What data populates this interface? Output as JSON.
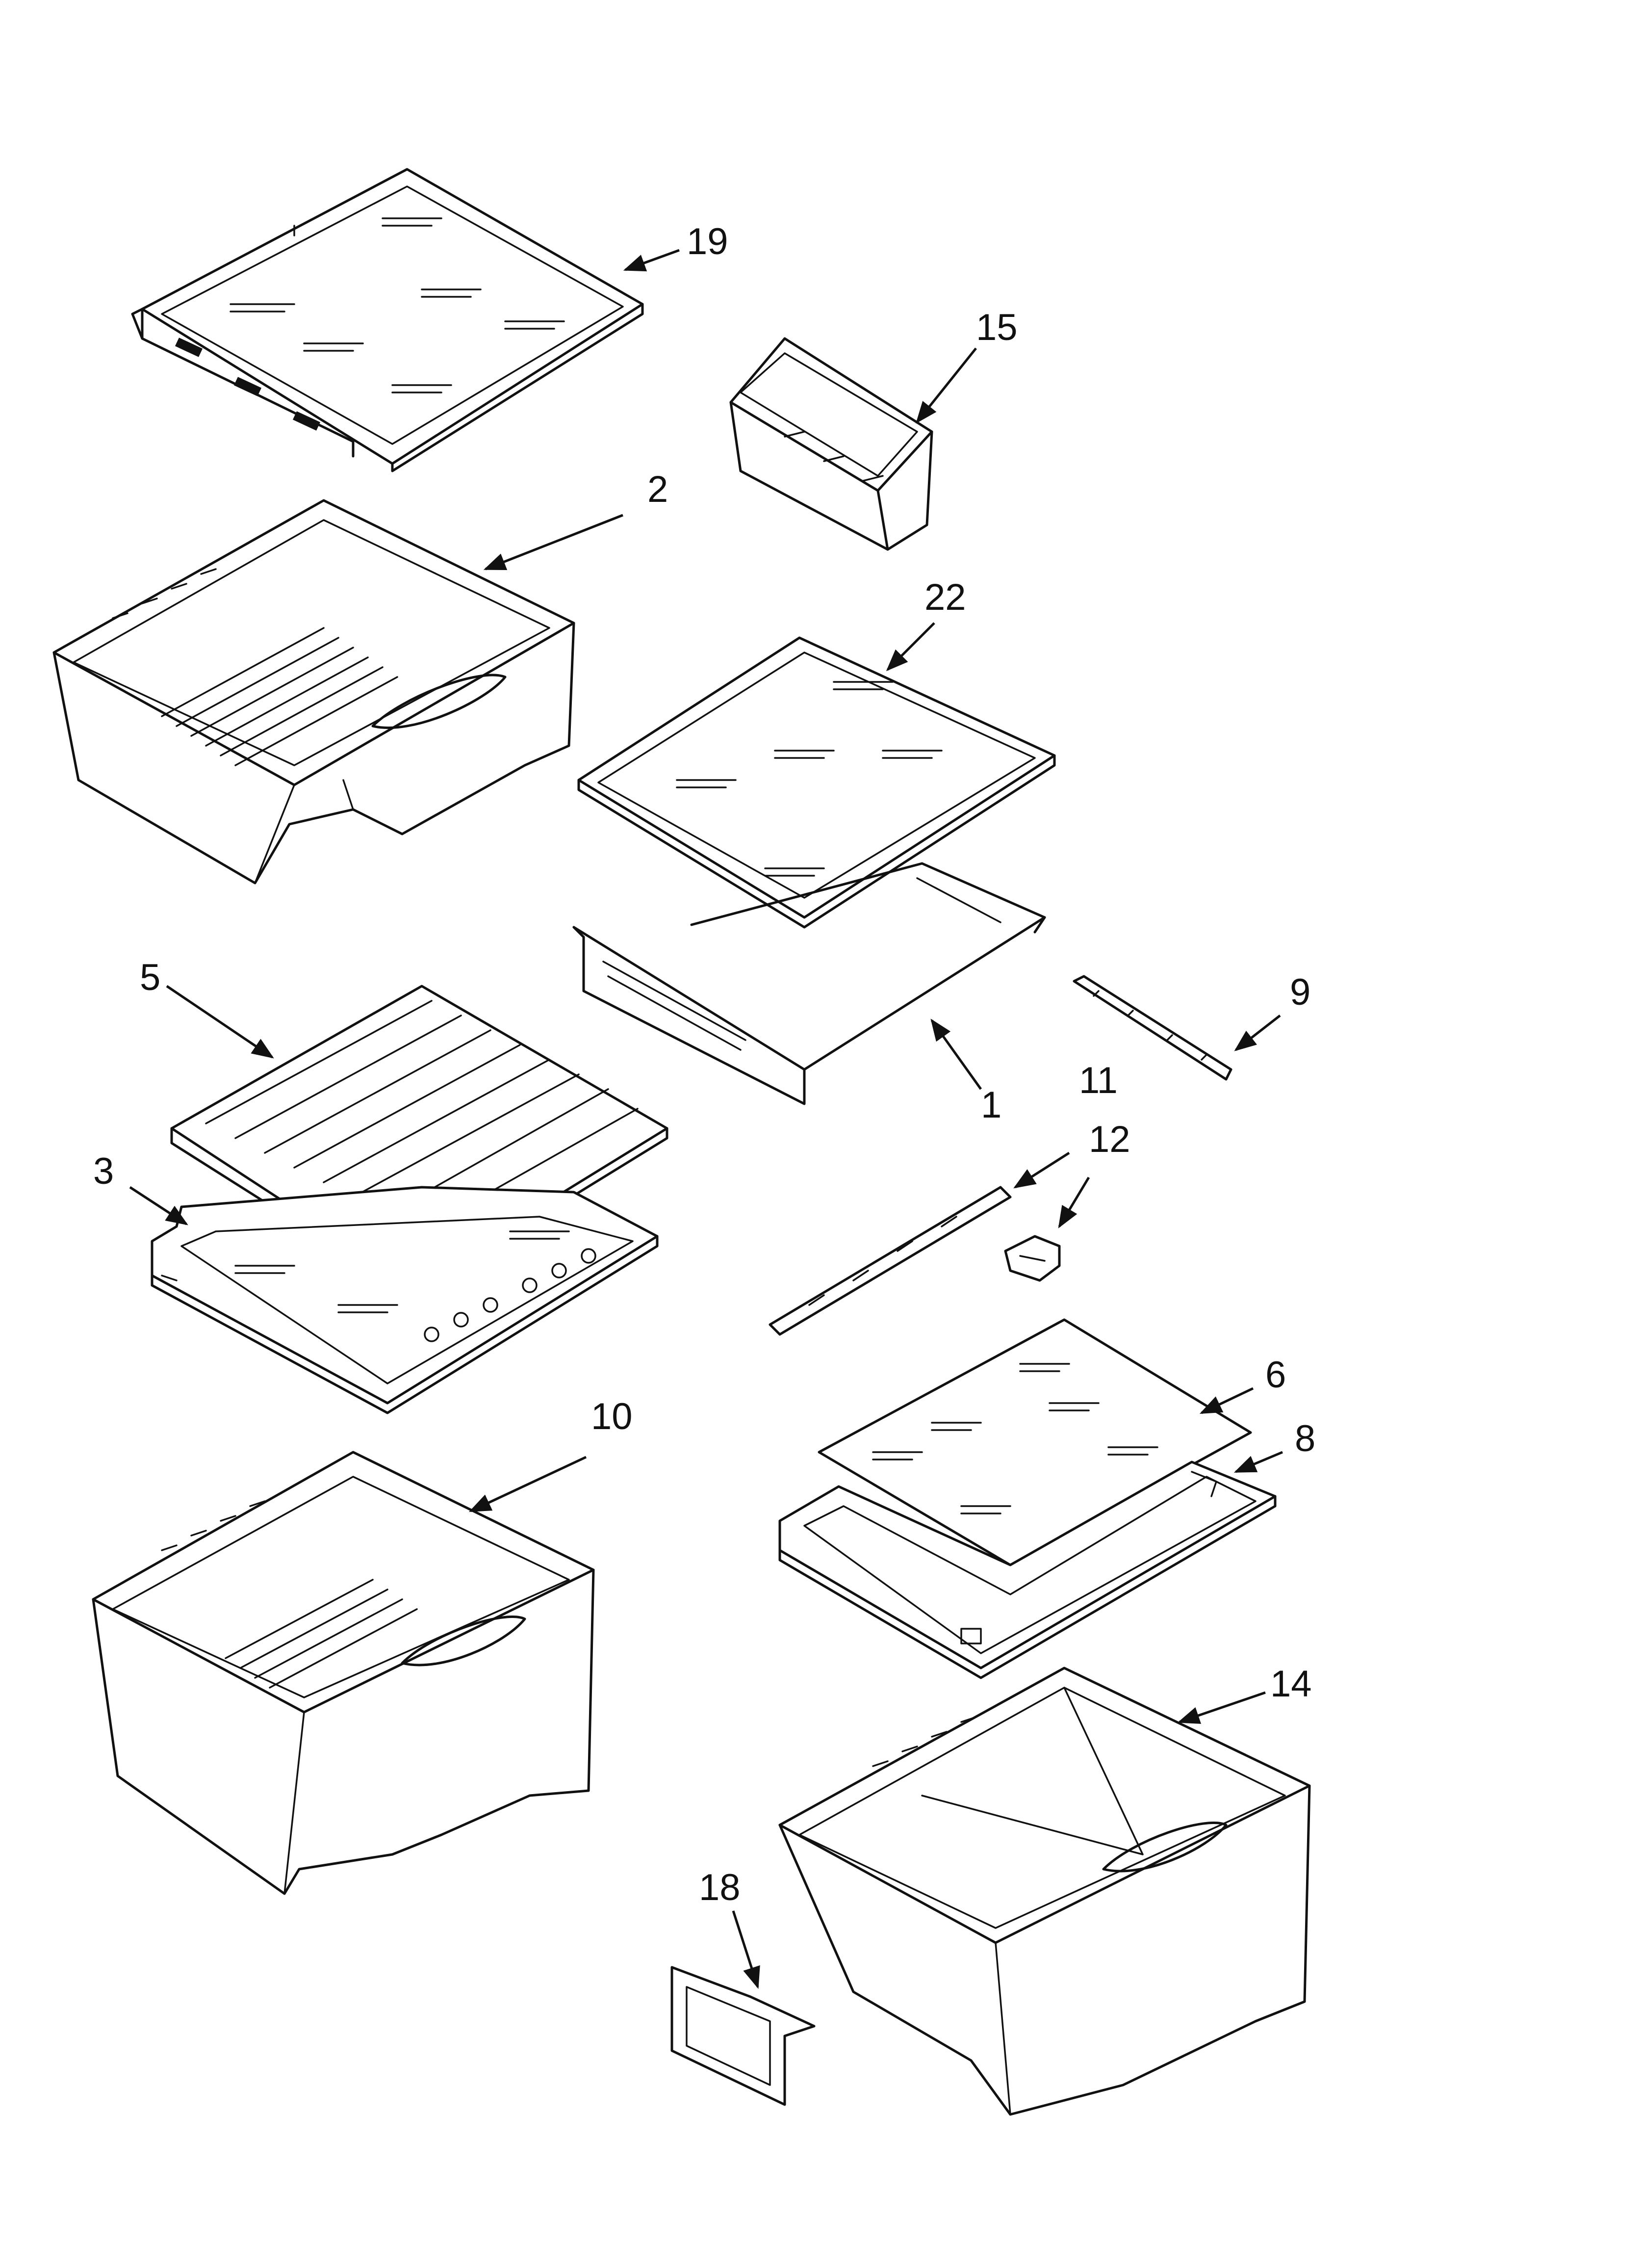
{
  "callouts": {
    "c19": "19",
    "c15": "15",
    "c2": "2",
    "c22": "22",
    "c9": "9",
    "c1": "1",
    "c5": "5",
    "c11": "11",
    "c12": "12",
    "c3": "3",
    "c6": "6",
    "c8": "8",
    "c10": "10",
    "c14": "14",
    "c18": "18"
  }
}
